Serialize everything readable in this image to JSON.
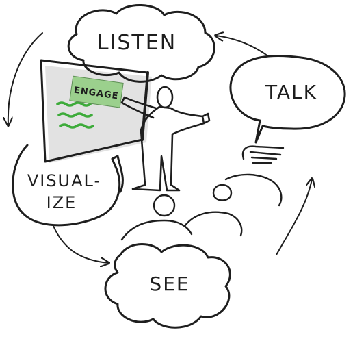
{
  "labels": {
    "listen": "LISTEN",
    "talk": "TALK",
    "visualize_line1": "VISUAL-",
    "visualize_line2": "IZE",
    "see": "SEE",
    "engage": "ENGAGE"
  },
  "colors": {
    "ink": "#1e1e1e",
    "note_fill": "#9bd08d",
    "scribble_green": "#3dab3a",
    "board_shadow": "#bfbfbf"
  }
}
